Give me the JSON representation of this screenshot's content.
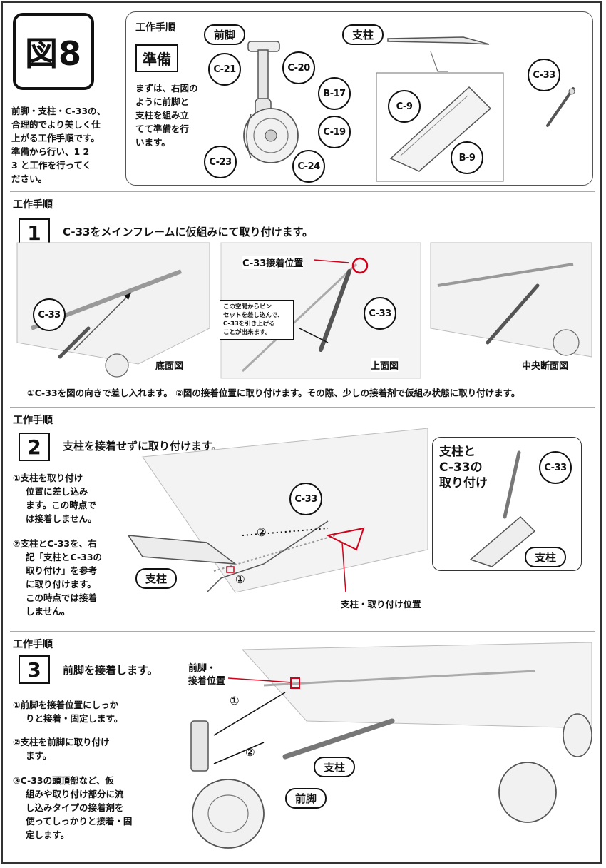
{
  "figure": {
    "title": "図8"
  },
  "intro": {
    "text_lines": [
      "前脚・支柱・C-33の、",
      "合理的でより美しく仕",
      "上がる工作手順です。",
      "準備から行い、1 2",
      "3 と工作を行ってく",
      "ださい。"
    ]
  },
  "prep": {
    "heading": "工作手順",
    "label": "準備",
    "text_lines": [
      "まずは、右図の",
      "ように前脚と",
      "支柱を組み立",
      "てて準備を行",
      "います。"
    ],
    "nose_gear_label": "前脚",
    "strut_label": "支柱",
    "parts": [
      "C-21",
      "C-20",
      "B-17",
      "C-19",
      "C-23",
      "C-24",
      "C-9",
      "B-9",
      "C-33"
    ]
  },
  "step1": {
    "heading": "工作手順",
    "num": "1",
    "title": "C-33をメインフレームに仮組みにて取り付けます。",
    "part": "C-33",
    "views": [
      "底面図",
      "上面図",
      "中央断面図"
    ],
    "position_label": "C-33接着位置",
    "insert_note_lines": [
      "この空間からピン",
      "セットを差し込んで、",
      "C-33を引き上げる",
      "ことが出来ます。"
    ],
    "caption": "①C-33を図の向きで差し入れます。 ②図の接着位置に取り付けます。その際、少しの接着剤で仮組み状態に取り付けます。"
  },
  "step2": {
    "heading": "工作手順",
    "num": "2",
    "title": "支柱を接着せずに取り付けます。",
    "notes": [
      [
        "①支柱を取り付け",
        "位置に差し込み",
        "ます。この時点で",
        "は接着しません。"
      ],
      [
        "②支柱とC-33を、右",
        "記「支柱とC-33の",
        "取り付け」を参考",
        "に取り付けます。",
        "この時点では接着",
        "しません。"
      ]
    ],
    "part": "C-33",
    "strut_label": "支柱",
    "mount_label": "支柱・取り付け位置",
    "marks": [
      "①",
      "②"
    ],
    "inset_title_lines": [
      "支柱と",
      "C-33の",
      "取り付け"
    ],
    "inset_part": "C-33",
    "inset_strut": "支柱"
  },
  "step3": {
    "heading": "工作手順",
    "num": "3",
    "title": "前脚を接着します。",
    "notes": [
      [
        "①前脚を接着位置にしっか",
        "りと接着・固定します。"
      ],
      [
        "②支柱を前脚に取り付け",
        "ます。"
      ],
      [
        "③C-33の頭頂部など、仮",
        "組みや取り付け部分に流",
        "し込みタイプの接着剤を",
        "使ってしっかりと接着・固",
        "定します。"
      ]
    ],
    "position_label_lines": [
      "前脚・",
      "接着位置"
    ],
    "marks": [
      "①",
      "②"
    ],
    "strut_label": "支柱",
    "nose_gear_label": "前脚"
  }
}
